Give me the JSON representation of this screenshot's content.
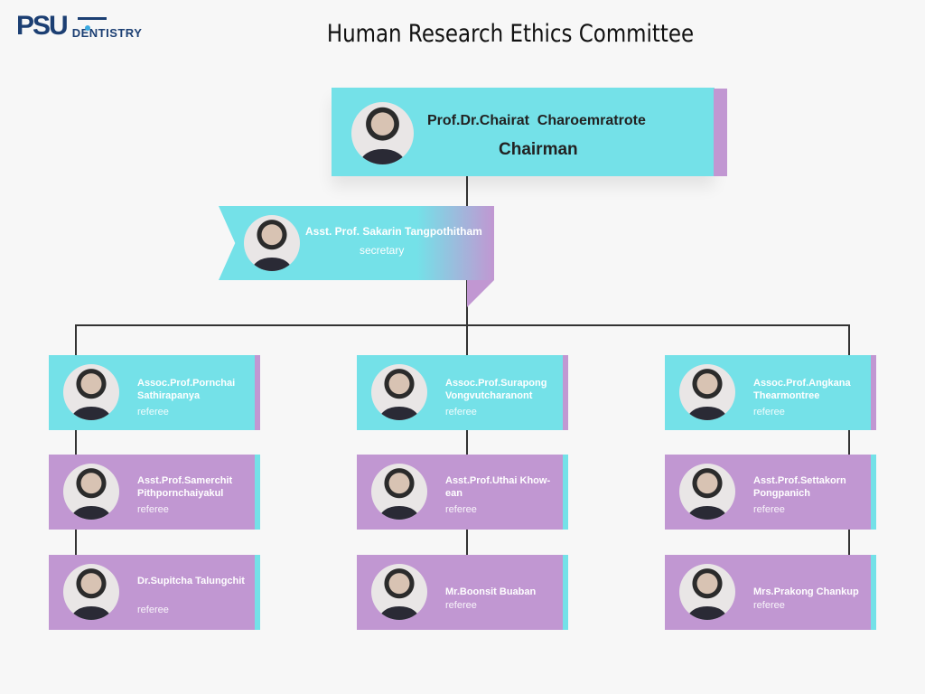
{
  "logo": {
    "mark": "PSU",
    "text": "DENTISTRY"
  },
  "title": "Human Research Ethics Committee",
  "chairman": {
    "name": "Prof.Dr.Chairat  Charoemratrote",
    "role": "Chairman"
  },
  "secretary": {
    "name": "Asst. Prof. Sakarin Tangpothitham",
    "role": "secretary"
  },
  "columns": [
    [
      {
        "name": "Assoc.Prof.Pornchai Sathirapanya",
        "role": "referee"
      },
      {
        "name": "Asst.Prof.Samerchit Pithpornchaiyakul",
        "role": "referee"
      },
      {
        "name": "Dr.Supitcha Talungchit",
        "role": "referee"
      }
    ],
    [
      {
        "name": "Assoc.Prof.Surapong Vongvutcharanont",
        "role": "referee"
      },
      {
        "name": "Asst.Prof.Uthai Khow-ean",
        "role": "referee"
      },
      {
        "name": "Mr.Boonsit Buaban",
        "role": "referee"
      }
    ],
    [
      {
        "name": "Assoc.Prof.Angkana Thearmontree",
        "role": "referee"
      },
      {
        "name": "Asst.Prof.Settakorn Pongpanich",
        "role": "referee"
      },
      {
        "name": "Mrs.Prakong Chankup",
        "role": "referee"
      }
    ]
  ],
  "colors": {
    "cyan": "#74e1e8",
    "purple": "#c197d2",
    "logo": "#1c3f73"
  }
}
